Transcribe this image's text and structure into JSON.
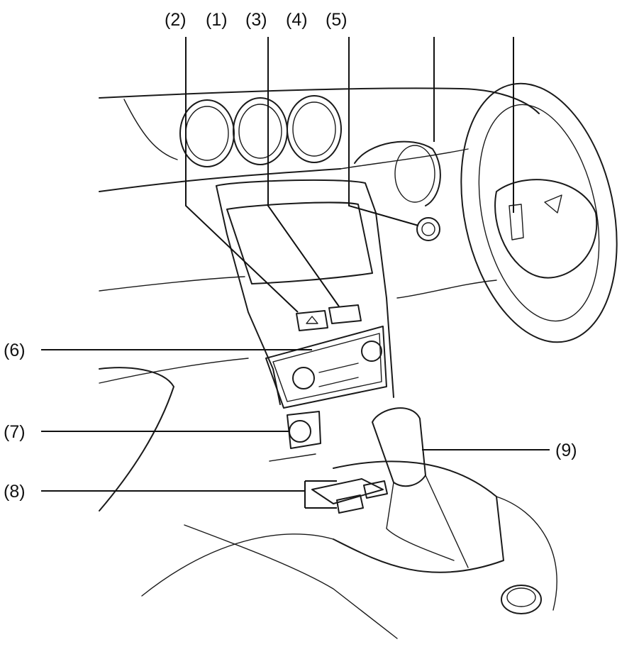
{
  "callouts": {
    "c1": "(1)",
    "c2": "(2)",
    "c3": "(3)",
    "c4": "(4)",
    "c5": "(5)",
    "c6": "(6)",
    "c7": "(7)",
    "c8": "(8)",
    "c9": "(9)"
  },
  "colors": {
    "line": "#1a1a1a",
    "background": "#ffffff"
  }
}
